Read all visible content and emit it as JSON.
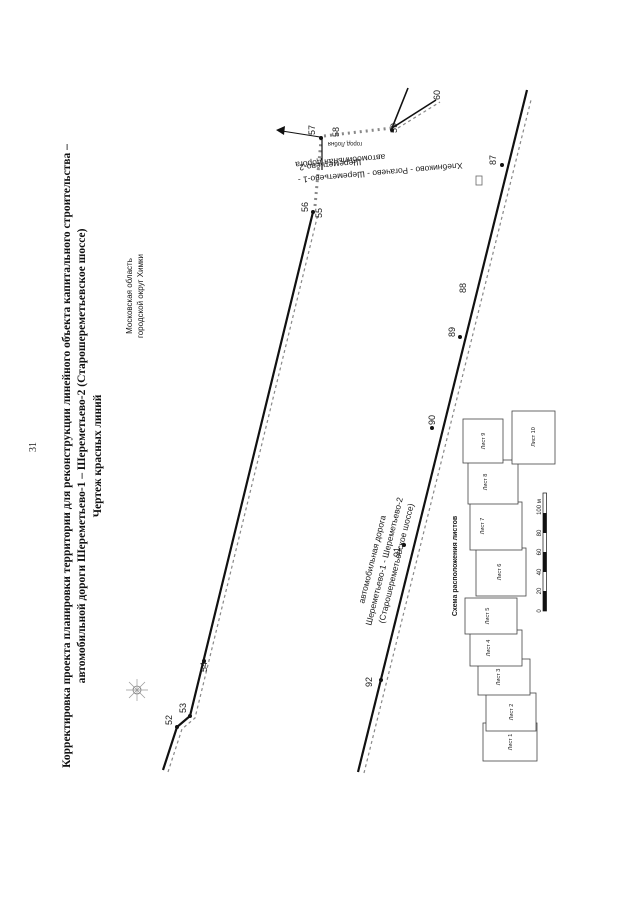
{
  "page": {
    "number": "31",
    "title_lines": [
      "Корректировка проекта планировки территории для реконструкции линейного объекта капитального строительства –",
      "автомобильной дороги Шереметьево-1 – Шереметьево-2 (Старошереметьевское шоссе)",
      "Чертеж красных линий"
    ]
  },
  "map": {
    "region_lines": [
      "Московская область",
      "городской округ Химки"
    ],
    "road_main_lines": [
      "автомобильная дорога",
      "Шереметьево-1 - Шереметьево-2",
      "(Старошереметьевское шоссе)"
    ],
    "road_secondary_lines": [
      "автомобильная дорога",
      "Хлебниково - Рогачево - Шереметьево-1 -",
      "Шереметьево-2"
    ],
    "arrow_label": "город Лобня",
    "points_upper": [
      "52",
      "53",
      "54",
      "56",
      "55",
      "57",
      "58",
      "59",
      "60"
    ],
    "points_lower": [
      "92",
      "91",
      "90",
      "89",
      "88",
      "87"
    ]
  },
  "layout_scheme": {
    "title": "Схема расположения листов",
    "sheets": [
      "Лист 1",
      "Лист 2",
      "Лист 3",
      "Лист 4",
      "Лист 5",
      "Лист 6",
      "Лист 7",
      "Лист 8",
      "Лист 9",
      "Лист 10"
    ],
    "scale_ticks": [
      "0",
      "20",
      "40",
      "60",
      "80",
      "100 м"
    ]
  },
  "colors": {
    "line": "#111111",
    "dash": "#8a8a8a",
    "paper": "#ffffff"
  }
}
